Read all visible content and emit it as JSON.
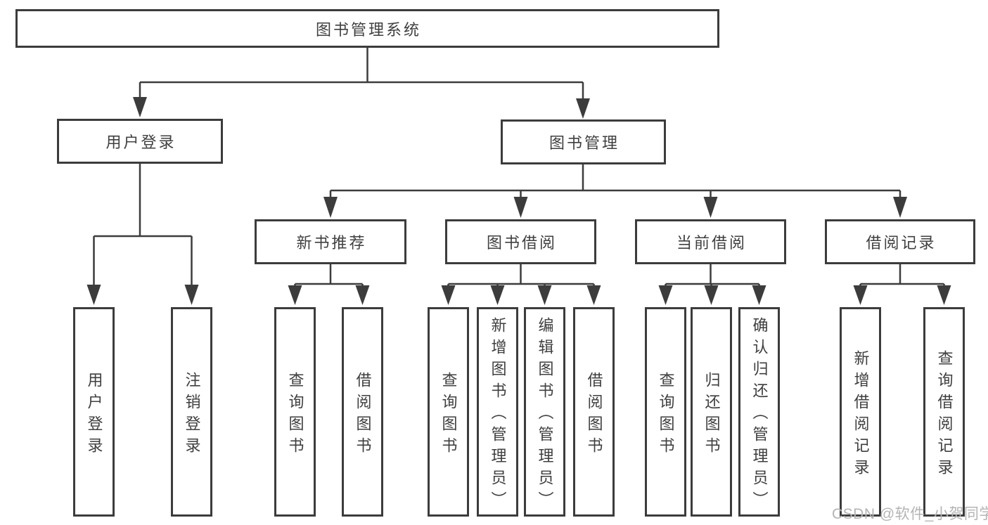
{
  "diagram": {
    "root": "图书管理系统",
    "level2": [
      {
        "label": "用户登录",
        "leaves": [
          "用户登录",
          "注销登录"
        ]
      },
      {
        "label": "图书管理",
        "children": [
          {
            "label": "新书推荐",
            "leaves": [
              "查询图书",
              "借阅图书"
            ]
          },
          {
            "label": "图书借阅",
            "leaves": [
              "查询图书",
              "新增图书（管理员）",
              "编辑图书（管理员）",
              "借阅图书"
            ]
          },
          {
            "label": "当前借阅",
            "leaves": [
              "查询图书",
              "归还图书",
              "确认归还（管理员）"
            ]
          },
          {
            "label": "借阅记录",
            "leaves": [
              "新增借阅记录",
              "查询借阅记录"
            ]
          }
        ]
      }
    ]
  },
  "watermark": "CSDN @软件_小贺同学",
  "colors": {
    "line": "#3c3c3c",
    "text": "#3f3f3f",
    "watermark": "#b4b4b4",
    "background": "#ffffff"
  }
}
